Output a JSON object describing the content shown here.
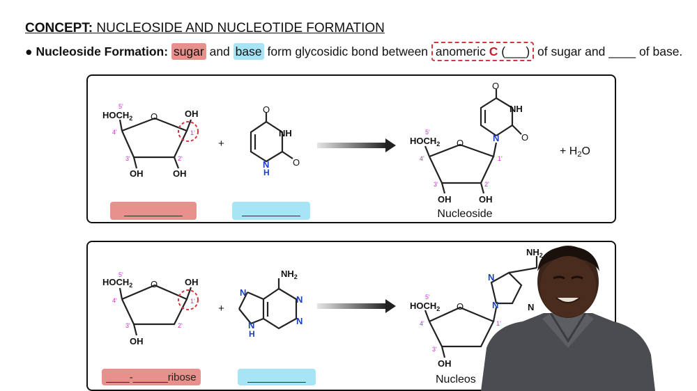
{
  "header": {
    "concept_label": "CONCEPT:",
    "concept_text": "NUCLEOSIDE AND NUCLEOTIDE FORMATION"
  },
  "bullet": {
    "marker": "●",
    "label": "Nucleoside Formation:",
    "sugar_word": "sugar",
    "and_word": "and",
    "base_word": "base",
    "middle_text": "form glycosidic bond between",
    "anomeric_word": "anomeric",
    "anomeric_c": "C",
    "anomeric_blank": "(___)",
    "of_sugar_and": "of sugar and",
    "blank": "____",
    "of_base": "of base."
  },
  "panel1": {
    "sugar": {
      "hoch2": "HOCH",
      "sub2": "2",
      "oh_top": "OH",
      "o_ring": "O",
      "oh_3": "OH",
      "oh_2": "OH",
      "p5": "5'",
      "p4": "4'",
      "p3": "3'",
      "p2": "2'",
      "p1": "1'"
    },
    "plus": "+",
    "base": {
      "o_top": "O",
      "nh": "NH",
      "o_right": "O",
      "n_bottom": "N",
      "h_bottom": "H"
    },
    "product": {
      "hoch2": "HOCH",
      "sub2": "2",
      "o_ring": "O",
      "oh_3": "OH",
      "oh_2": "OH",
      "p5": "5'",
      "p4": "4'",
      "p3": "3'",
      "p2": "2'",
      "p1": "1'",
      "o_top": "O",
      "nh": "NH",
      "n": "N",
      "o_right": "O"
    },
    "water": "+ H",
    "water_sub": "2",
    "water_o": "O",
    "product_label": "Nucleoside",
    "sugar_blank": "__________",
    "base_blank": "__________"
  },
  "panel2": {
    "sugar": {
      "hoch2": "HOCH",
      "sub2": "2",
      "oh_top": "OH",
      "o_ring": "O",
      "oh_3": "OH",
      "p5": "5'",
      "p4": "4'",
      "p3": "3'",
      "p2": "2'",
      "p1": "1'"
    },
    "plus": "+",
    "base": {
      "nh2": "NH",
      "nh2_sub": "2",
      "n1": "N",
      "n3": "N",
      "n7": "N",
      "n9": "N",
      "h9": "H"
    },
    "product": {
      "hoch2": "HOCH",
      "sub2": "2",
      "o_ring": "O",
      "oh_3": "OH",
      "p5": "5'",
      "p4": "4'",
      "p3": "3'",
      "p1": "1'",
      "nh2": "NH",
      "nh2_sub": "2",
      "n_a": "N",
      "n_b": "N",
      "n_c": "N"
    },
    "product_label": "Nucleos",
    "sugar_blank": "____-______ribose",
    "base_blank": "__________"
  },
  "colors": {
    "sugar_highlight": "#e8908c",
    "base_highlight": "#a7e4f5",
    "prime_magenta": "#cc33cc",
    "nitrogen_blue": "#1a3fbf",
    "anomeric_red": "#d2353a"
  },
  "presenter": {
    "icon": "presenter-video-overlay"
  }
}
